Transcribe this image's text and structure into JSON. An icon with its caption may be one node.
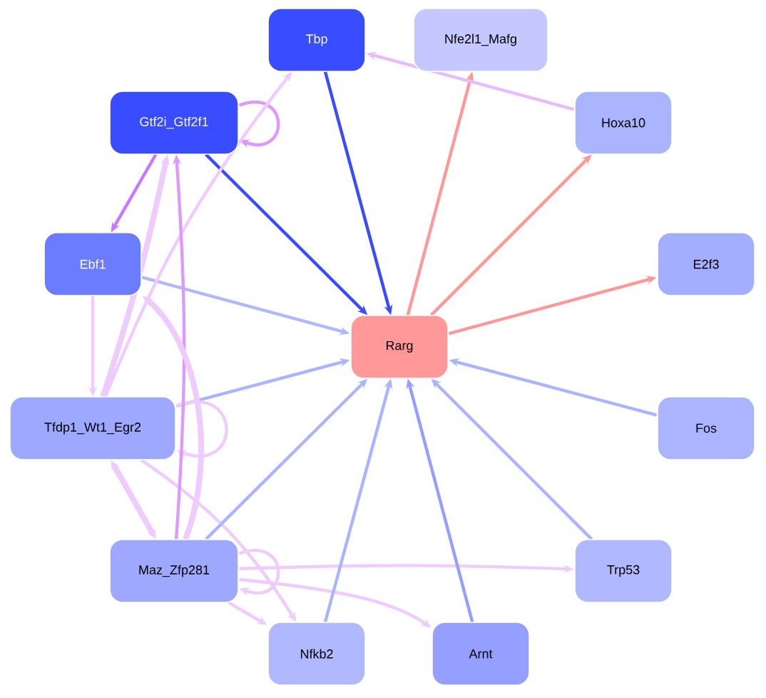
{
  "diagram": {
    "nodes": [
      {
        "text": [
          "Tbp"
        ]
      },
      {
        "text": [
          "Nfe2l1_Mafg"
        ]
      },
      {
        "text": [
          "Gtf2i_Gtf2f1"
        ]
      },
      {
        "text": [
          "Hoxa10"
        ]
      },
      {
        "text": [
          "Ebf1"
        ]
      },
      {
        "text": [
          "Rarg"
        ]
      },
      {
        "text": [
          "E2f3"
        ]
      },
      {
        "text": [
          "Tfdp1_Wt1_Egr2"
        ]
      },
      {
        "text": [
          "Fos"
        ]
      },
      {
        "text": [
          "Maz_Zfp281"
        ]
      },
      {
        "text": [
          "Trp53"
        ]
      },
      {
        "text": [
          "Nfkb2"
        ]
      },
      {
        "text": [
          "Arnt"
        ]
      }
    ],
    "edges": [
      {
        "from": 0,
        "to": 5,
        "arrow": "to",
        "color": "#3a4cff"
      },
      {
        "from": 2,
        "to": 5,
        "arrow": "to",
        "color": "#3a4cff"
      },
      {
        "from": 2,
        "to": 2,
        "arrow": "to",
        "color": "#dd99ff"
      },
      {
        "from": 2,
        "to": 4,
        "arrow": "to",
        "color": "#cc77ff"
      },
      {
        "from": 5,
        "to": 1,
        "arrow": "to",
        "color": "#ff9999"
      },
      {
        "from": 5,
        "to": 3,
        "arrow": "to",
        "color": "#ff9999"
      },
      {
        "from": 5,
        "to": 6,
        "arrow": "to",
        "color": "#ff9999"
      },
      {
        "from": 3,
        "to": 0,
        "arrow": "to",
        "color": "#e8bbff"
      },
      {
        "from": 4,
        "to": 5,
        "arrow": "to",
        "color": "#b0b8ff"
      },
      {
        "from": 4,
        "to": 7,
        "arrow": "to",
        "color": "#eeccff"
      },
      {
        "from": 7,
        "to": 5,
        "arrow": "to",
        "color": "#aab4ff"
      },
      {
        "from": 7,
        "to": 0,
        "arrow": "to",
        "color": "#eeccff"
      },
      {
        "from": 7,
        "to": 2,
        "arrow": "to",
        "color": "#eeccff",
        "style": "thick"
      },
      {
        "from": 7,
        "to": 7,
        "arrow": "to",
        "color": "#eeccff"
      },
      {
        "from": 7,
        "to": 9,
        "arrow": "both",
        "color": "#eeccff",
        "style": "thick"
      },
      {
        "from": 7,
        "to": 11,
        "arrow": "to",
        "color": "#eeccff"
      },
      {
        "from": 9,
        "to": 2,
        "arrow": "to",
        "color": "#dd99ff"
      },
      {
        "from": 9,
        "to": 4,
        "arrow": "to",
        "color": "#eeccff",
        "style": "thick"
      },
      {
        "from": 9,
        "to": 5,
        "arrow": "to",
        "color": "#aab4ff"
      },
      {
        "from": 9,
        "to": 9,
        "arrow": "to",
        "color": "#eeccff"
      },
      {
        "from": 9,
        "to": 10,
        "arrow": "to",
        "color": "#eeccff"
      },
      {
        "from": 9,
        "to": 12,
        "arrow": "to",
        "color": "#eeccff"
      },
      {
        "from": 9,
        "to": 11,
        "arrow": "to",
        "color": "#eeccff"
      },
      {
        "from": 11,
        "to": 5,
        "arrow": "to",
        "color": "#aab4ff"
      },
      {
        "from": 12,
        "to": 5,
        "arrow": "to",
        "color": "#959fff"
      },
      {
        "from": 10,
        "to": 5,
        "arrow": "to",
        "color": "#aab4ff"
      },
      {
        "from": 8,
        "to": 5,
        "arrow": "to",
        "color": "#aab4ff"
      }
    ]
  }
}
